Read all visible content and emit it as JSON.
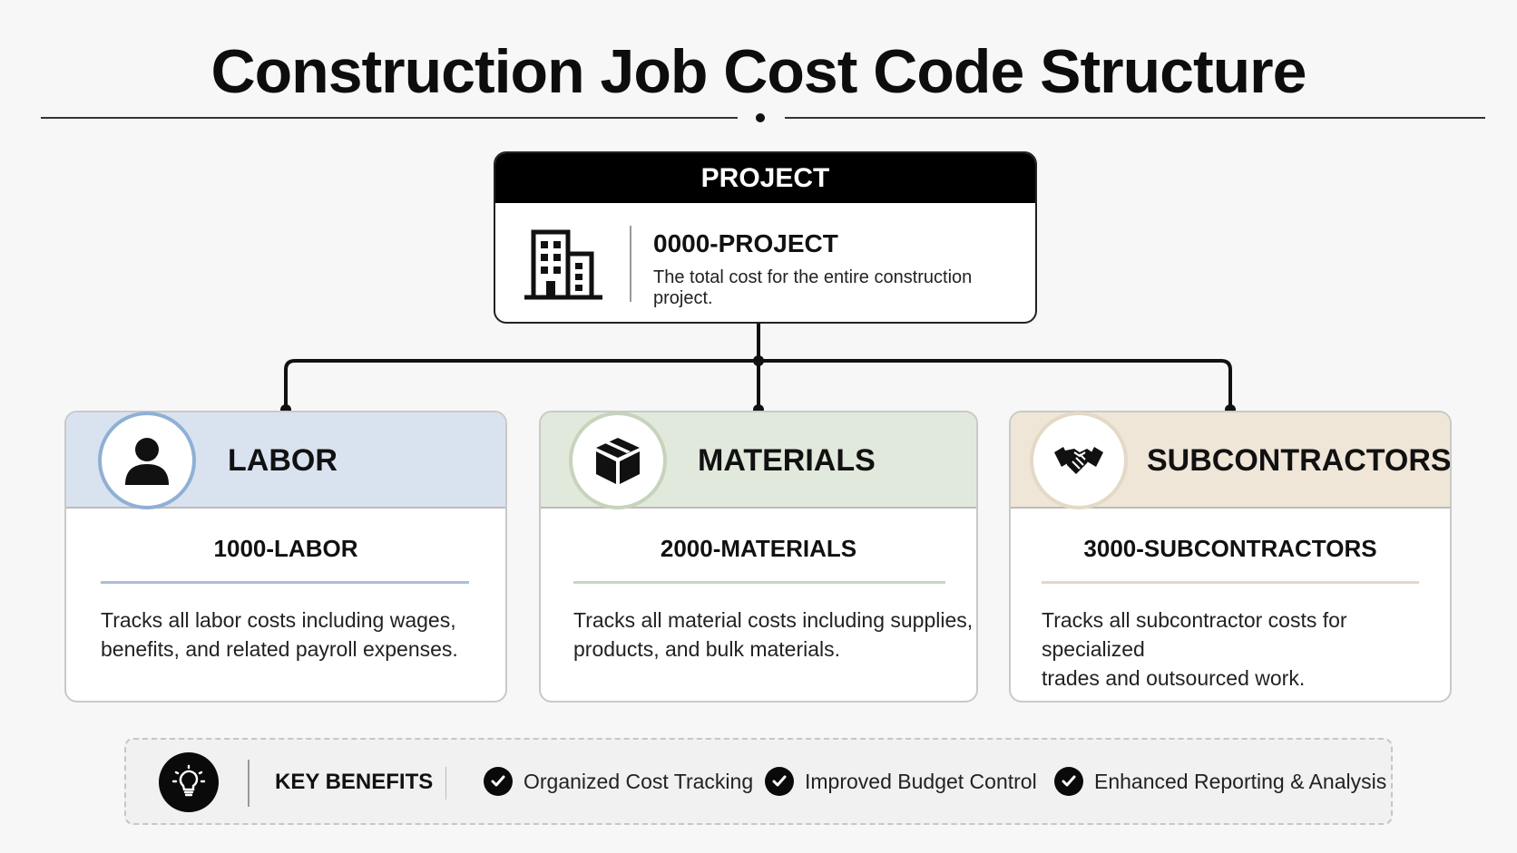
{
  "title": "Construction Job Cost Code Structure",
  "project": {
    "header": "PROJECT",
    "icon": "building-icon",
    "code": "0000-PROJECT",
    "description": "The total cost for the entire construction project."
  },
  "categories": [
    {
      "title": "LABOR",
      "icon": "person-icon",
      "code": "1000-LABOR",
      "description_line1": "Tracks all labor costs including wages,",
      "description_line2": "benefits, and related payroll expenses.",
      "color": "#d9e3f0",
      "accent": "#7ea0c8"
    },
    {
      "title": "MATERIALS",
      "icon": "box-icon",
      "code": "2000-MATERIALS",
      "description_line1": "Tracks all material costs including supplies,",
      "description_line2": "products, and bulk materials.",
      "color": "#e1e9dc",
      "accent": "#b9c9ad"
    },
    {
      "title": "SUBCONTRACTORS",
      "icon": "handshake-icon",
      "code": "3000-SUBCONTRACTORS",
      "description_line1": "Tracks all subcontractor costs for specialized",
      "description_line2": "trades and outsourced work.",
      "color": "#efe6d8",
      "accent": "#d9ccb3"
    }
  ],
  "benefits": {
    "icon": "lightbulb-icon",
    "heading": "KEY BENEFITS",
    "items": [
      "Organized Cost Tracking",
      "Improved Budget Control",
      "Enhanced Reporting & Analysis"
    ]
  }
}
